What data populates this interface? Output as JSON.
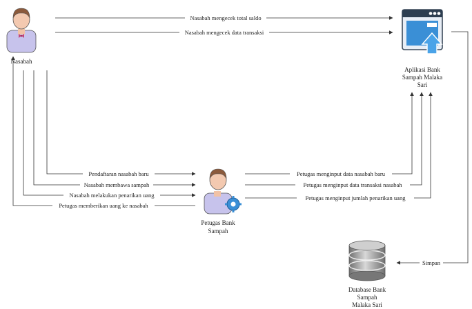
{
  "actors": {
    "nasabah": {
      "label": "Nasabah"
    },
    "petugas": {
      "line1": "Petugas Bank",
      "line2": "Sampah"
    },
    "aplikasi": {
      "line1": "Aplikasi Bank",
      "line2": "Sampah Malaka",
      "line3": "Sari"
    },
    "database": {
      "line1": "Database Bank",
      "line2": "Sampah",
      "line3": "Malaka Sari"
    }
  },
  "flows": {
    "cek_saldo": "Nasabah mengecek total saldo",
    "cek_transaksi": "Nasabah mengecek data transaksi",
    "pendaftaran": "Pendaftaran nasabah baru",
    "membawa_sampah": "Nasabah membawa sampah",
    "penarikan": "Nasabah melakukan penarikan uang",
    "memberikan_uang": "Petugas memberikan uang ke nasabah",
    "input_nasabah": "Petugas menginput data nasabah baru",
    "input_transaksi": "Petugas menginput data transaksi nasabah",
    "input_penarikan": "Petugas menginput jumlah penarikan uang",
    "simpan": "Simpan"
  },
  "colors": {
    "line": "#333333",
    "person_skin": "#f3c9b0",
    "person_hair": "#8b5a3c",
    "person_shirt": "#b8b8e8",
    "app_blue": "#3a8fd6",
    "db_gray": "#9a9a9a"
  }
}
